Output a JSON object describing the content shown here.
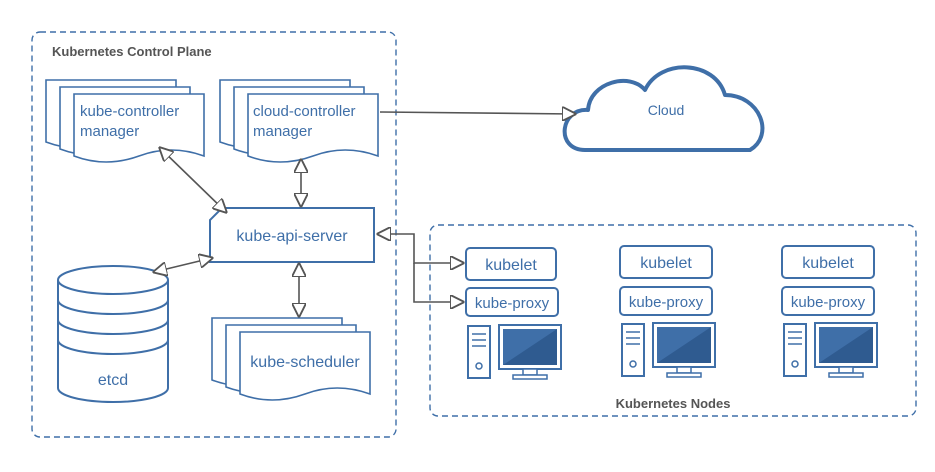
{
  "control_plane": {
    "title": "Kubernetes Control Plane",
    "controller_manager": [
      "kube-controller",
      "manager"
    ],
    "cloud_controller_manager": [
      "cloud-controller",
      "manager"
    ],
    "api_server": "kube-api-server",
    "etcd": "etcd",
    "scheduler": "kube-scheduler"
  },
  "cloud": {
    "label": "Cloud"
  },
  "nodes": {
    "title": "Kubernetes Nodes",
    "kubelet_label": "kubelet",
    "proxy_label": "kube-proxy"
  },
  "colors": {
    "accent": "#3f6fa8",
    "line": "#555555",
    "screen": "#3f6fa8"
  }
}
